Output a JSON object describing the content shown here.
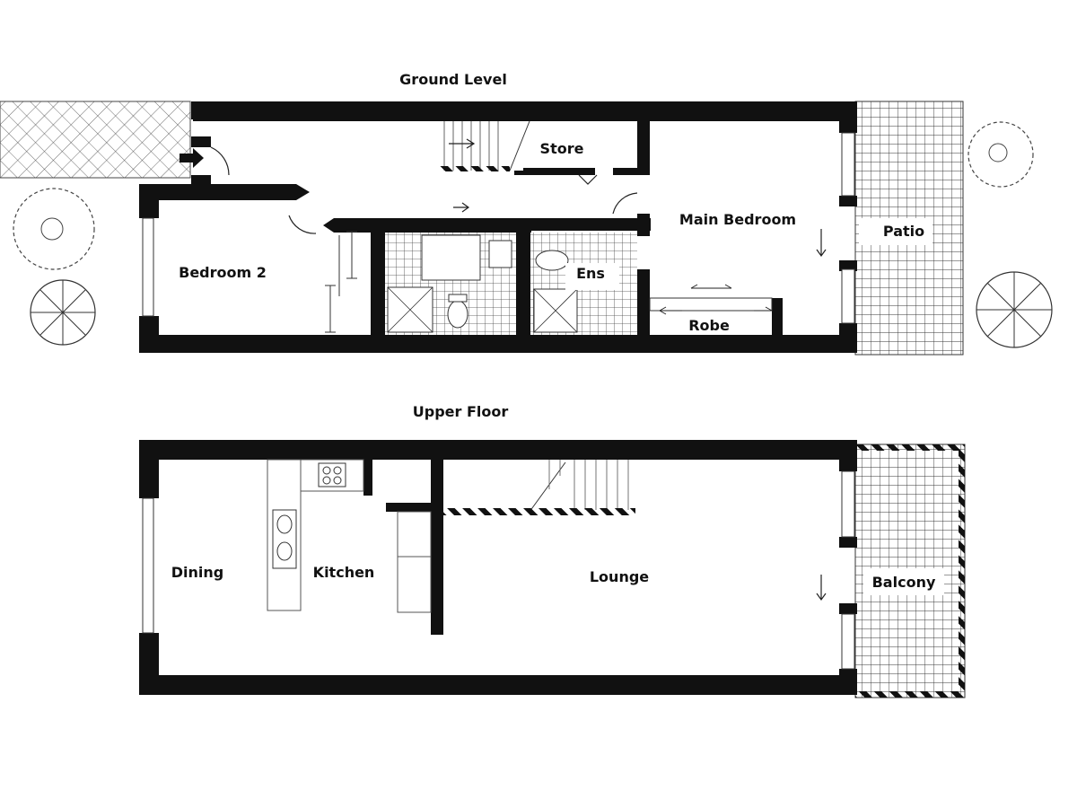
{
  "floors": {
    "ground": {
      "title": "Ground Level",
      "rooms": {
        "store": "Store",
        "main_bedroom": "Main Bedroom",
        "bedroom2": "Bedroom 2",
        "ensuite": "Ens",
        "robe": "Robe",
        "patio": "Patio"
      }
    },
    "upper": {
      "title": "Upper Floor",
      "rooms": {
        "dining": "Dining",
        "kitchen": "Kitchen",
        "lounge": "Lounge",
        "balcony": "Balcony"
      }
    }
  },
  "colors": {
    "wall": "#111111",
    "grid": "#333333",
    "background": "#ffffff"
  }
}
